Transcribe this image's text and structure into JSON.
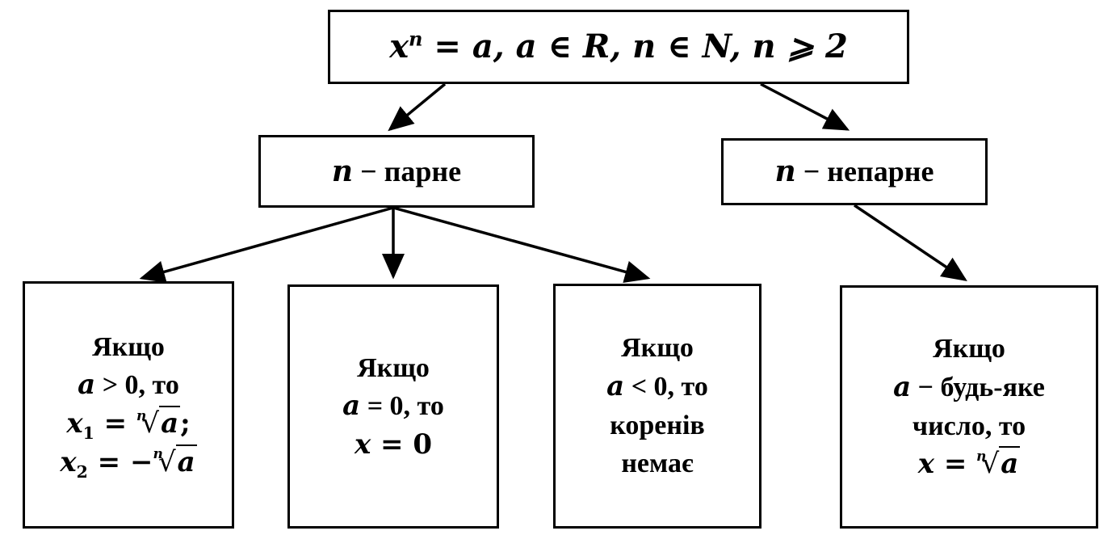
{
  "root_box": {
    "lhs_var": "x",
    "lhs_exp": "n",
    "rest": " = a,  a ∈ R,  n ∈ N,  n ⩾ 2"
  },
  "branch_even": {
    "var": "n",
    "text": " − парне"
  },
  "branch_odd": {
    "var": "n",
    "text": " − непарне"
  },
  "case_positive": {
    "line1": "Якщо",
    "line2_var": "a",
    "line2_text": " > 0, то",
    "line3_var": "x",
    "line3_sub": "1",
    "line3_eq": " = ",
    "line3_root_index": "n",
    "line3_radicand": "a",
    "line3_tail": ";",
    "line4_var": "x",
    "line4_sub": "2",
    "line4_eq": " = −",
    "line4_root_index": "n",
    "line4_radicand": "a"
  },
  "case_zero": {
    "line1": "Якщо",
    "line2_var": "a",
    "line2_text": " = 0, то",
    "line3_var": "x",
    "line3_text": " = 0"
  },
  "case_negative": {
    "line1": "Якщо",
    "line2_var": "a",
    "line2_text": " < 0, то",
    "line3": "коренів",
    "line4": "немає"
  },
  "case_any": {
    "line1": "Якщо",
    "line2_var": "a",
    "line2_text": " − будь-яке",
    "line3": "число, то",
    "line4_var": "x",
    "line4_eq": " = ",
    "line4_root_index": "n",
    "line4_radicand": "a"
  }
}
